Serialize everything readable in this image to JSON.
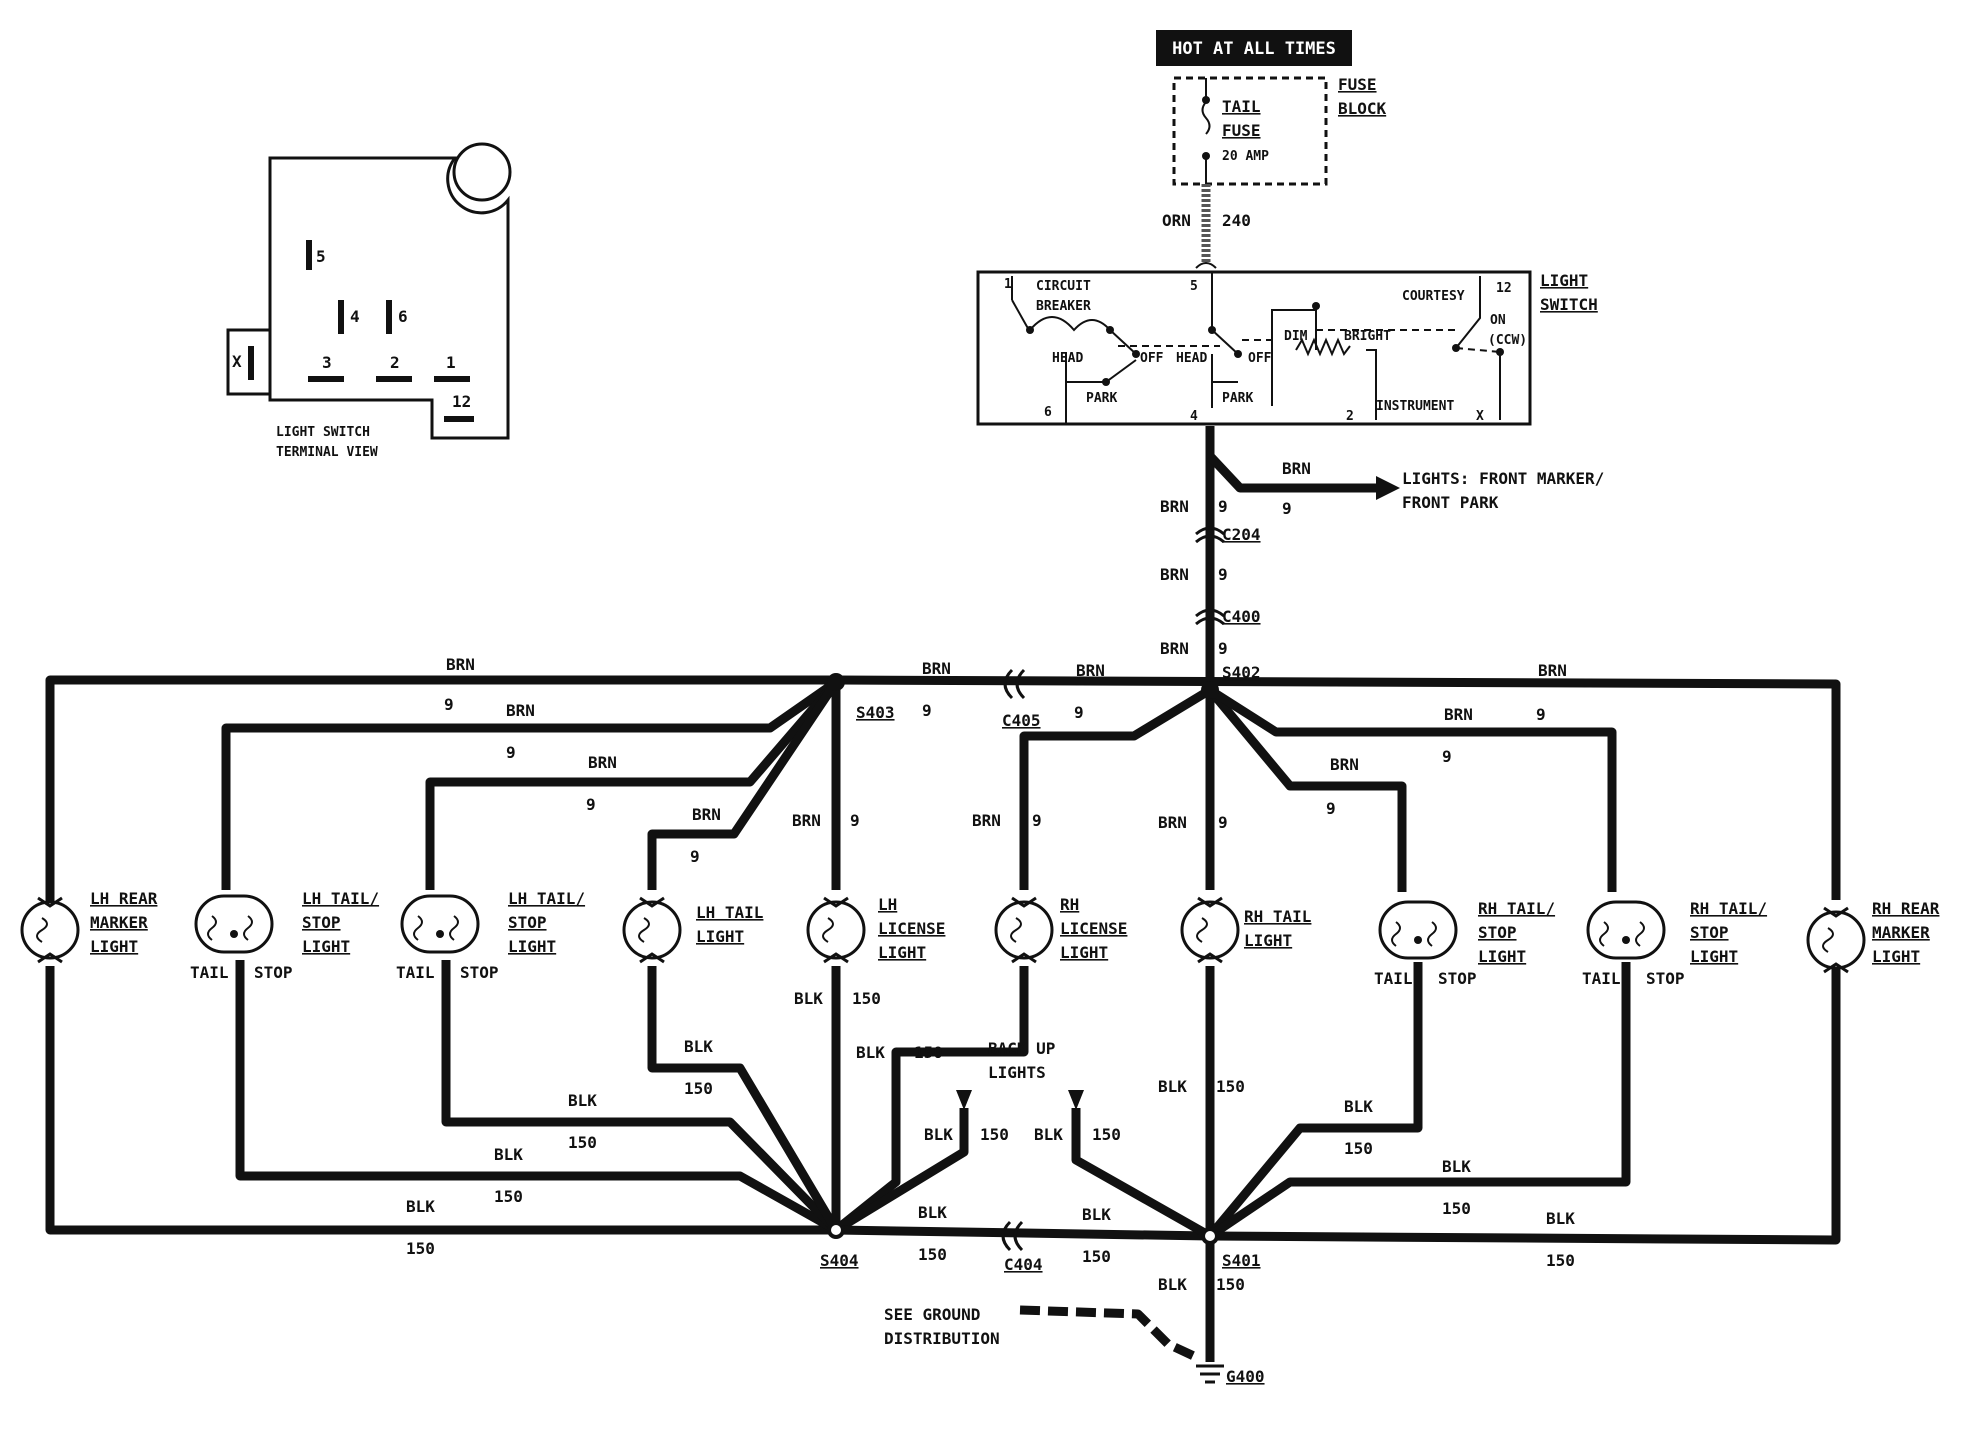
{
  "hot_label": "HOT AT ALL TIMES",
  "fuse": {
    "name1": "TAIL",
    "name2": "FUSE",
    "rating": "20 AMP",
    "block1": "FUSE",
    "block2": "BLOCK"
  },
  "feed_wire": {
    "color": "ORN",
    "circuit": "240"
  },
  "terminal_view": {
    "caption1": "LIGHT SWITCH",
    "caption2": "TERMINAL VIEW",
    "t5": "5",
    "t4": "4",
    "t6": "6",
    "tx": "X",
    "t3": "3",
    "t2": "2",
    "t1": "1",
    "t12": "12"
  },
  "switch": {
    "title1": "LIGHT",
    "title2": "SWITCH",
    "circuit1": "CIRCUIT",
    "circuit2": "BREAKER",
    "courtesy": "COURTESY",
    "on": "ON",
    "ccw": "(CCW)",
    "dim": "DIM",
    "bright": "BRIGHT",
    "instrument": "INSTRUMENT",
    "head": "HEAD",
    "off": "OFF",
    "park": "PARK",
    "p1": "1",
    "p5": "5",
    "p12": "12",
    "p6": "6",
    "p4": "4",
    "p2": "2",
    "px": "X"
  },
  "brn": "BRN",
  "blk": "BLK",
  "nine": "9",
  "c150": "150",
  "front_lights1": "LIGHTS: FRONT MARKER/",
  "front_lights2": "FRONT PARK",
  "connectors": {
    "c204": "C204",
    "c400": "C400",
    "c405": "C405",
    "c404": "C404"
  },
  "splices": {
    "s402": "S402",
    "s403": "S403",
    "s404": "S404",
    "s401": "S401"
  },
  "ground": {
    "g400": "G400",
    "see1": "SEE GROUND",
    "see2": "DISTRIBUTION"
  },
  "backup1": "BACK UP",
  "backup2": "LIGHTS",
  "tail": "TAIL",
  "stop": "STOP",
  "lamps": {
    "lh_marker": [
      "LH REAR",
      "MARKER",
      "LIGHT"
    ],
    "lh_ts1": [
      "LH TAIL/",
      "STOP",
      "LIGHT"
    ],
    "lh_ts2": [
      "LH TAIL/",
      "STOP",
      "LIGHT"
    ],
    "lh_tail": [
      "LH TAIL",
      "LIGHT"
    ],
    "lh_lic": [
      "LH",
      "LICENSE",
      "LIGHT"
    ],
    "rh_lic": [
      "RH",
      "LICENSE",
      "LIGHT"
    ],
    "rh_tail": [
      "RH TAIL",
      "LIGHT"
    ],
    "rh_ts1": [
      "RH TAIL/",
      "STOP",
      "LIGHT"
    ],
    "rh_ts2": [
      "RH TAIL/",
      "STOP",
      "LIGHT"
    ],
    "rh_marker": [
      "RH REAR",
      "MARKER",
      "LIGHT"
    ]
  },
  "colors": {
    "ink": "#111111",
    "paper": "#ffffff"
  }
}
